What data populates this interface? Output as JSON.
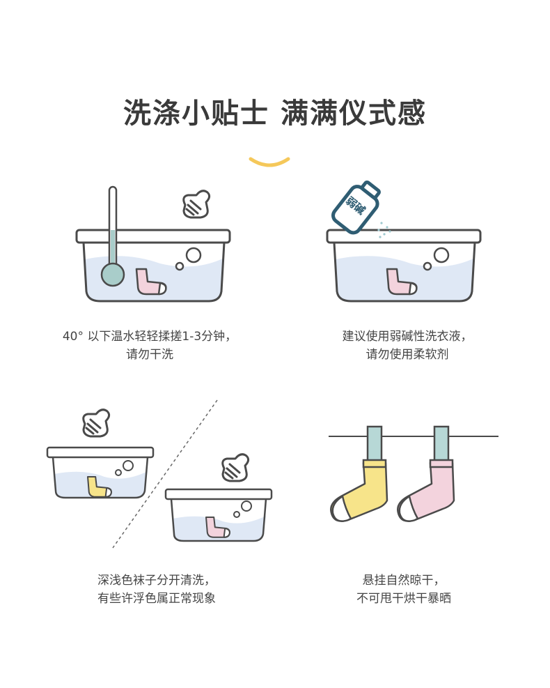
{
  "title": "洗涤小贴士 满满仪式感",
  "colors": {
    "outline": "#4a4a4a",
    "water": "#dfe8f5",
    "accent": "#f5c85a",
    "thermometer": "#a9cdca",
    "pink_sock": "#f3d3dd",
    "yellow_sock": "#f7e48a",
    "clip": "#b7d8d6",
    "bottle": "#2f5d73"
  },
  "icons": [
    "hand-icon",
    "thermometer-icon",
    "detergent-bottle-icon",
    "sock-icon",
    "bubble-icon"
  ],
  "bottle_label": "弱碱",
  "tips": [
    {
      "line1": "40° 以下温水轻轻揉搓1-3分钟，",
      "line2": "请勿干洗"
    },
    {
      "line1": "建议使用弱碱性洗衣液，",
      "line2": "请勿使用柔软剂"
    },
    {
      "line1": "深浅色袜子分开清洗，",
      "line2": "有些许浮色属正常现象"
    },
    {
      "line1": "悬挂自然晾干，",
      "line2": "不可甩干烘干暴晒"
    }
  ]
}
